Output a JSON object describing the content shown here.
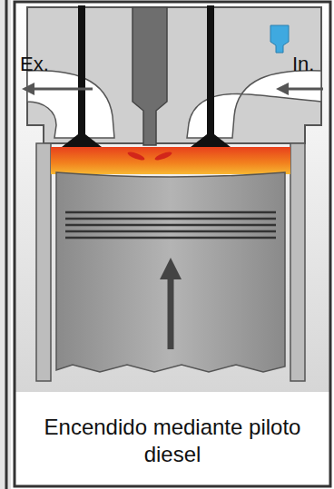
{
  "diagram": {
    "caption": "Encendido mediante piloto diesel",
    "labels": [
      "Ex.",
      "In."
    ]
  }
}
